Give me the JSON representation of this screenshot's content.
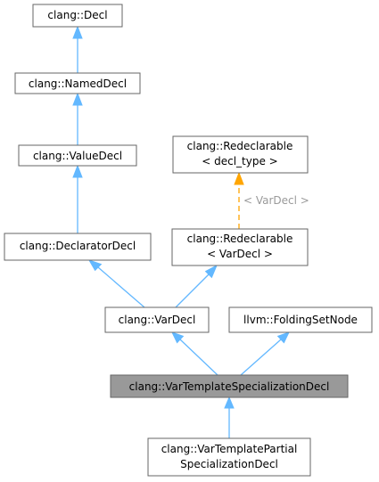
{
  "nodes": {
    "decl": {
      "lines": [
        "clang::Decl"
      ]
    },
    "named_decl": {
      "lines": [
        "clang::NamedDecl"
      ]
    },
    "value_decl": {
      "lines": [
        "clang::ValueDecl"
      ]
    },
    "declarator_decl": {
      "lines": [
        "clang::DeclaratorDecl"
      ]
    },
    "redeclarable_decl_type": {
      "lines": [
        "clang::Redeclarable",
        "< decl_type >"
      ]
    },
    "redeclarable_vardecl": {
      "lines": [
        "clang::Redeclarable",
        "< VarDecl >"
      ]
    },
    "var_decl": {
      "lines": [
        "clang::VarDecl"
      ]
    },
    "folding_set_node": {
      "lines": [
        "llvm::FoldingSetNode"
      ]
    },
    "var_template_spec": {
      "lines": [
        "clang::VarTemplateSpecializationDecl"
      ]
    },
    "var_template_partial": {
      "lines": [
        "clang::VarTemplatePartial",
        "SpecializationDecl"
      ]
    }
  },
  "edges": {
    "template_label": "< VarDecl >"
  },
  "colors": {
    "inheritance_edge": "#63b8ff",
    "template_edge": "#ffa500",
    "focus_node_fill": "#999999"
  }
}
